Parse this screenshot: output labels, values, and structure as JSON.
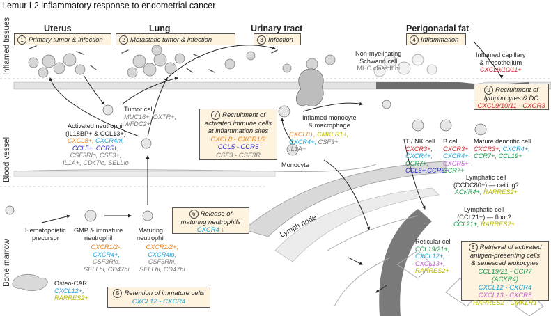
{
  "title": "Lemur L2 inflammatory response to endometrial cancer",
  "regions": {
    "inflamed": "Inflamed tissues",
    "blood": "Blood vessel",
    "marrow": "Bone marrow"
  },
  "sections": {
    "uterus": "Uterus",
    "lung": "Lung",
    "urinary": "Urinary tract",
    "perigonadal": "Perigonadal fat"
  },
  "boxes": {
    "b1": {
      "num": "1",
      "text": "Primary tumor & infection"
    },
    "b2": {
      "num": "2",
      "text": "Metastatic tumor & infection"
    },
    "b3": {
      "num": "3",
      "text": "Infection"
    },
    "b4": {
      "num": "4",
      "text": "Inflammation"
    },
    "b5": {
      "num": "5",
      "text": "Retention of immature cells",
      "sub": "CXCL12 - CXCR4"
    },
    "b6": {
      "num": "6",
      "text1": "Release of",
      "text2": "maturing neutrophils",
      "sub": "CXCR4 ↓"
    },
    "b7": {
      "num": "7",
      "text1": "Recruitment of",
      "text2": "activated immune cells",
      "text3": "at inflammation sites",
      "l1": "CXCL8 - CXCR1/2",
      "l2": "CCL5 - CCR5",
      "l3": "CSF3 - CSF3R"
    },
    "b8": {
      "num": "8",
      "text1": "Retrieval of activated",
      "text2": "antigen-presenting cells",
      "text3": "& senesced leukocytes",
      "l1": "CCL19/21 - CCR7 (ACKR4)",
      "l2": "CXCL12 - CXCR4",
      "l3": "CXCL13 - CXCR5",
      "l4": "RARRES2 - CMKLR1"
    },
    "b9": {
      "num": "9",
      "text1": "Recruitment of",
      "text2": "lymphocytes & DC",
      "sub": "CXCL9/10/11 - CXCR3"
    }
  },
  "labels": {
    "tumor_cell": "Tumor cell",
    "tumor_m1": "MUC16+, OXTR+,",
    "tumor_m2": "WFDC2+",
    "act_neut1": "Activated neutrophil",
    "act_neut2": "(IL18BP+ & CCL13+)",
    "an_cxcl8": "CXCL8+,",
    "an_cxcr4": "CXCR4hi,",
    "an_ccl5": "CCL5+,",
    "an_ccr5": "CCR5+,",
    "an_g1": "CSF3Rlo, CSF3+,",
    "an_g2": "IL1A+, CD47lo, SELLlo",
    "mono": "Monocyte",
    "inf_mono1": "Inflamed monocyte",
    "inf_mono2": "& macrophage",
    "im_cxcl8": "CXCL8+,",
    "im_cmklr1": "CMKLR1+,",
    "im_cxcr4": "CXCR4+,",
    "im_csf3": "CSF3+,",
    "im_il1a": "IL1A+",
    "schwann1": "Non-myelinating",
    "schwann2": "Schwann cell",
    "schwann3": "MHC class II hi",
    "capillary1": "Inflamed capillary",
    "capillary2": "& mesothelium",
    "capillary3": "CXCL9/10/11+",
    "tnk": "T / NK cell",
    "tnk_cxcr3": "CXCR3+,",
    "tnk_cxcr4": "CXCR4+,",
    "tnk_ccr7": "CCR7+,",
    "tnk_ccl5": "CCL5+,",
    "tnk_ccr5": "CCR5+",
    "bcell": "B cell",
    "b_cxcr3": "CXCR3+,",
    "b_cxcr4": "CXCR4+,",
    "b_cxcr5": "CXCR5+,",
    "b_ccr7": "CCR7+",
    "dc": "Mature dendritic cell",
    "dc_cxcr3": "CXCR3+,",
    "dc_cxcr4": "CXCR4+,",
    "dc_ccr7": "CCR7+,",
    "dc_ccl19": "CCL19+",
    "lymph_c1": "Lymphatic cell",
    "lymph_c2": "(CCDC80+) — ceiling?",
    "lymph_c3a": "ACKR4+,",
    "lymph_c3b": "RARRES2+",
    "lymph_f1": "Lymphatic cell",
    "lymph_f2": "(CCL21+) — floor?",
    "lymph_f3a": "CCL21+,",
    "lymph_f3b": "RARRES2+",
    "lymph_node": "Lymph node",
    "reticular": "Reticular cell",
    "ret_ccl19": "CCL19/21+,",
    "ret_cxcl12": "CXCL12+,",
    "ret_cxcl13": "CXCL13+,",
    "ret_rarres2": "RARRES2+",
    "hsc1": "Hematopoietic",
    "hsc2": "precursor",
    "gmp1": "GMP & immature",
    "gmp2": "neutrophil",
    "gmp_cxcr12": "CXCR1/2-,",
    "gmp_cxcr4": "CXCR4+,",
    "gmp_csf3r": "CSF3Rlo,",
    "gmp_sell": "SELLhi, CD47hi",
    "mat1": "Maturing",
    "mat2": "neutrophil",
    "mat_cxcr12": "CXCR1/2+,",
    "mat_cxcr4": "CXCR4lo,",
    "mat_csf3r": "CSF3Rhi,",
    "mat_sell": "SELLhi, CD47hi",
    "osteo": "Osteo-CAR",
    "osteo_cxcl12": "CXCL12+,",
    "osteo_rarres2": "RARRES2+"
  },
  "colors": {
    "box_fill": "#fdf3df",
    "tissue_gray": "#d9d9d9",
    "dark_gray": "#6d6d6d",
    "orange": "#e8821a",
    "cyan": "#1ea5d9",
    "blue": "#2b2bcc",
    "green": "#1a9a4a",
    "red": "#d5262b",
    "purple": "#c45bd6",
    "yellow": "#b8b800"
  }
}
